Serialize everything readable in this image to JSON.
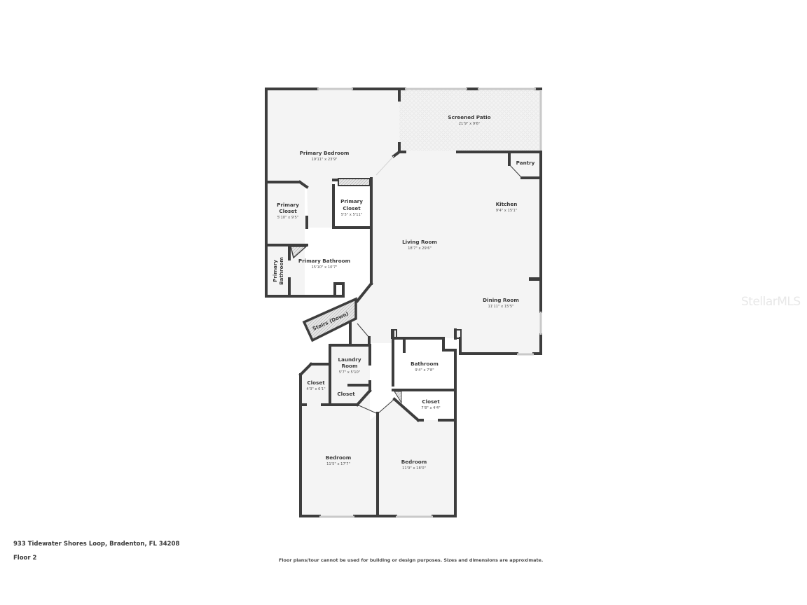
{
  "plan": {
    "address": "933 Tidewater Shores Loop, Bradenton, FL 34208",
    "floor_label": "Floor 2",
    "disclaimer": "Floor plans/tour cannot be used for building or design purposes. Sizes and dimensions are approximate.",
    "watermark": "StellarMLS",
    "colors": {
      "wall": "#3d3d3d",
      "floor": "#f4f4f4",
      "patio": "#efefef",
      "window": "#c9c9c9",
      "text": "#3a3a3a"
    }
  },
  "rooms": {
    "primary_bedroom": {
      "name": "Primary Bedroom",
      "dims": "19'11\" x 23'9\""
    },
    "screened_patio": {
      "name": "Screened Patio",
      "dims": "21'9\" x 9'6\""
    },
    "pantry": {
      "name": "Pantry",
      "dims": ""
    },
    "kitchen": {
      "name": "Kitchen",
      "dims": "9'4\" x 15'1\""
    },
    "primary_closet_left": {
      "name1": "Primary",
      "name2": "Closet",
      "dims": "5'10\" x 9'5\""
    },
    "primary_closet_right": {
      "name1": "Primary",
      "name2": "Closet",
      "dims": "5'5\" x 5'11\""
    },
    "living_room": {
      "name": "Living Room",
      "dims": "18'7\" x 29'6\""
    },
    "primary_bathroom": {
      "name": "Primary Bathroom",
      "dims": "15'10\" x 10'7\""
    },
    "primary_bathroom_small": {
      "name1": "Primary",
      "name2": "Bathroom"
    },
    "dining_room": {
      "name": "Dining Room",
      "dims": "11'11\" x 15'5\""
    },
    "stairs": {
      "name": "Stairs (Down)"
    },
    "laundry_room": {
      "name1": "Laundry",
      "name2": "Room",
      "dims": "5'7\" x 5'10\""
    },
    "bathroom": {
      "name": "Bathroom",
      "dims": "9'4\" x 7'8\""
    },
    "closet_left": {
      "name": "Closet",
      "dims": "4'3\" x 6'1\""
    },
    "closet_small": {
      "name": "Closet"
    },
    "closet_right": {
      "name": "Closet",
      "dims": "7'8\" x 4'4\""
    },
    "bedroom_left": {
      "name": "Bedroom",
      "dims": "11'5\" x 17'7\""
    },
    "bedroom_right": {
      "name": "Bedroom",
      "dims": "11'9\" x 18'0\""
    }
  }
}
